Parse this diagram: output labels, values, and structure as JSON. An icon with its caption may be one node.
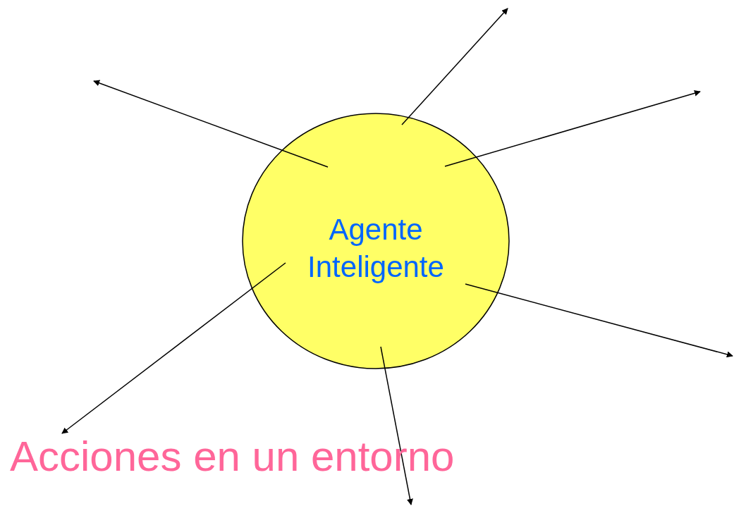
{
  "diagram": {
    "nodes": [
      {
        "text": [
          "Agente Inteligente"
        ]
      },
      {
        "text": [
          "Acciones en un entorno"
        ]
      }
    ],
    "edges": [
      {
        "from": 0,
        "to": null,
        "arrow": "to"
      },
      {
        "from": 0,
        "to": null,
        "arrow": "to"
      },
      {
        "from": 0,
        "to": null,
        "arrow": "to"
      },
      {
        "from": 0,
        "to": null,
        "arrow": "to"
      },
      {
        "from": 0,
        "to": null,
        "arrow": "to"
      },
      {
        "from": 0,
        "to": 1,
        "arrow": "to"
      }
    ]
  }
}
